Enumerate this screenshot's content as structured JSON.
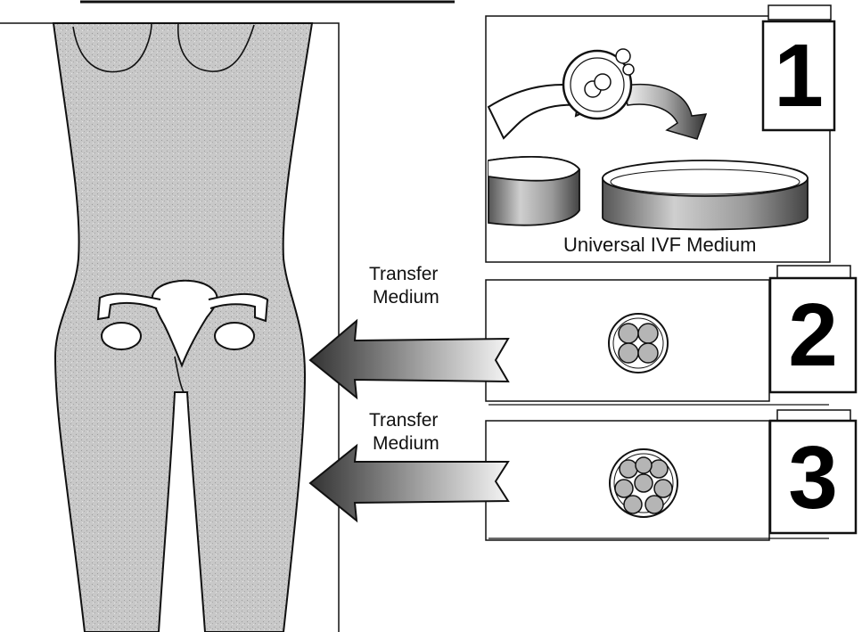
{
  "steps": [
    {
      "number": "1",
      "caption": "Universal IVF Medium"
    },
    {
      "number": "2",
      "arrow_label_line1": "Transfer",
      "arrow_label_line2": "Medium"
    },
    {
      "number": "3",
      "arrow_label_line1": "Transfer",
      "arrow_label_line2": "Medium"
    }
  ],
  "colors": {
    "ink": "#111111",
    "body_fill": "#c9c9c9",
    "paper": "#ffffff",
    "cell_fill": "#b5b5b5"
  }
}
